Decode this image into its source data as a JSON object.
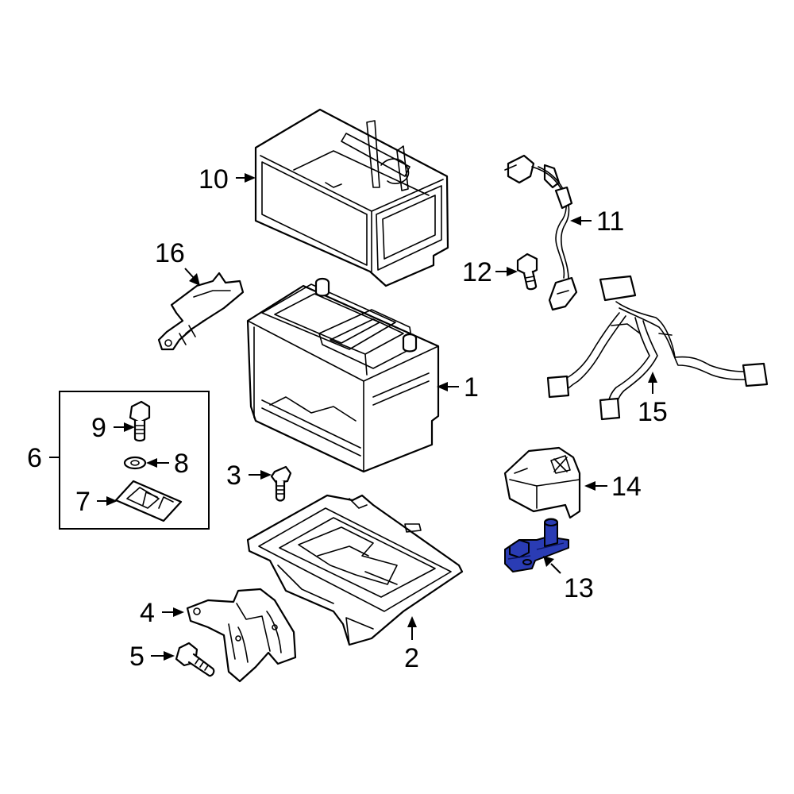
{
  "diagram": {
    "highlight_color": "#2a3cb4",
    "highlighted_part": "13",
    "callouts": [
      "1",
      "2",
      "3",
      "4",
      "5",
      "6",
      "7",
      "8",
      "9",
      "10",
      "11",
      "12",
      "13",
      "14",
      "15",
      "16"
    ]
  }
}
